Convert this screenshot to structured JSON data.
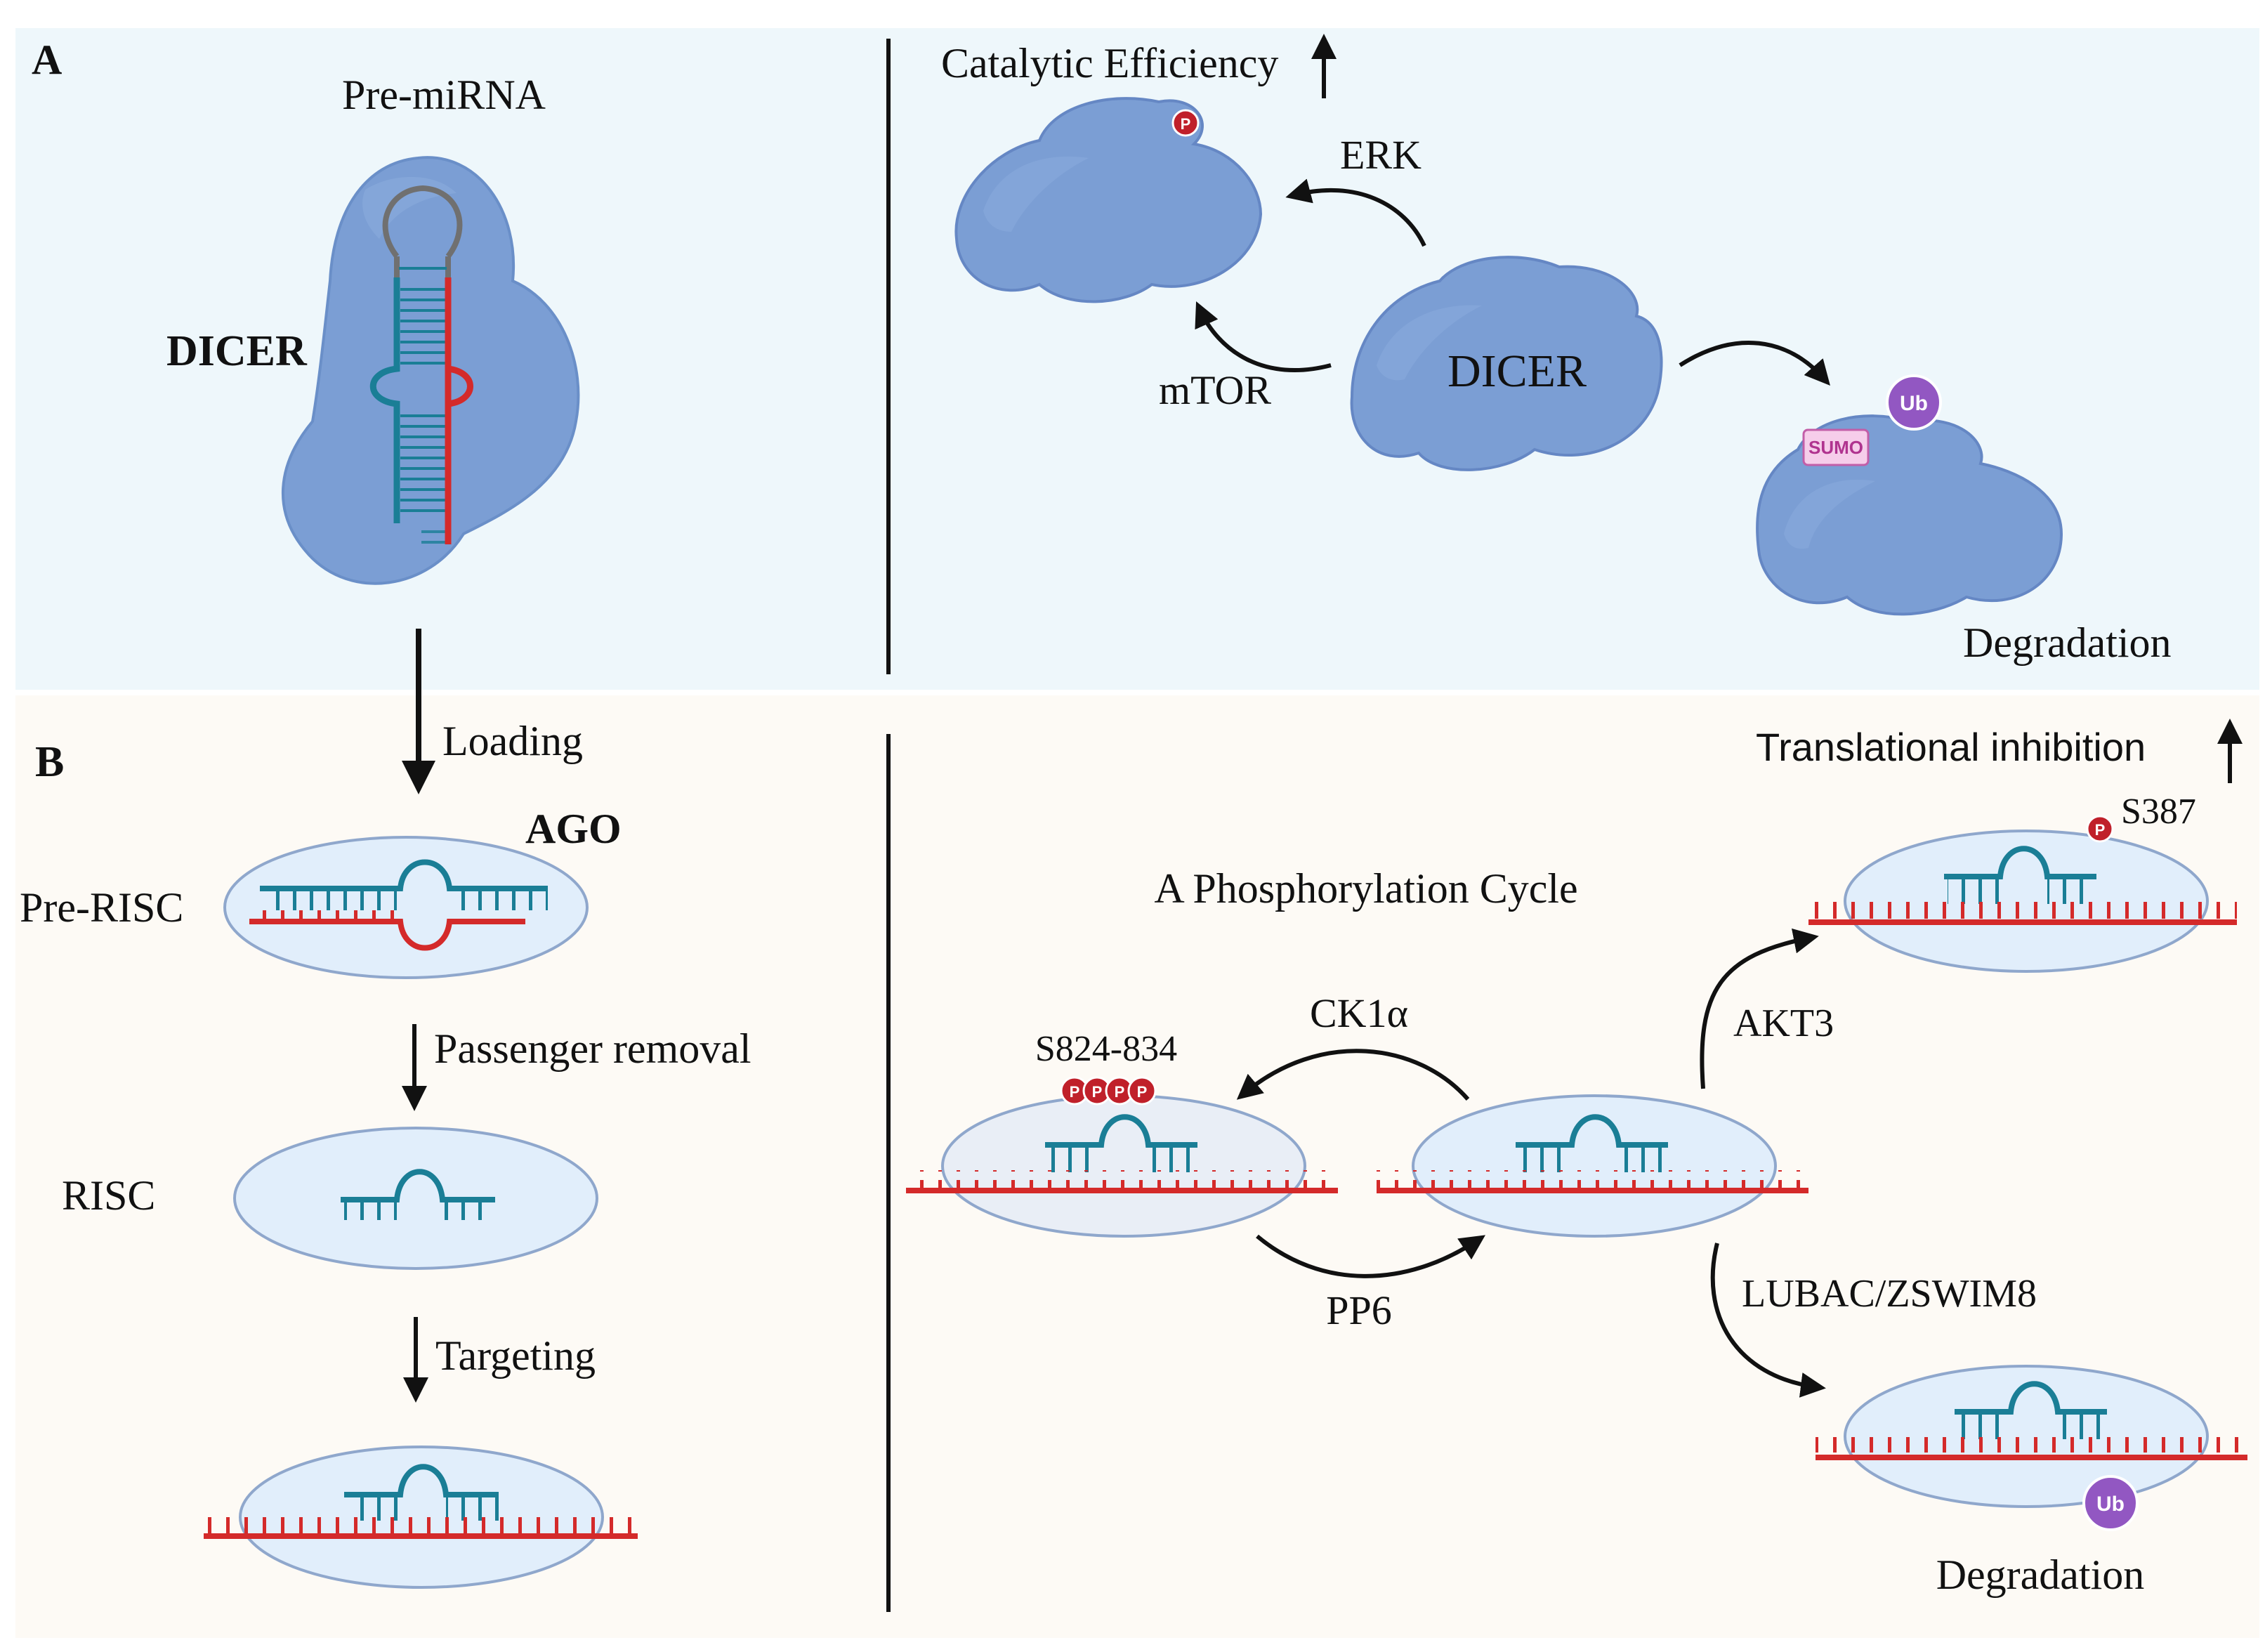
{
  "panel_a": {
    "label": "A",
    "pre_mirna": "Pre-miRNA",
    "dicer_left": "DICER",
    "catalytic_efficiency": "Catalytic Efficiency",
    "erk": "ERK",
    "mtor": "mTOR",
    "dicer_center": "DICER",
    "degradation": "Degradation",
    "ub": "Ub",
    "sumo": "SUMO",
    "p": "P"
  },
  "panel_b": {
    "label": "B",
    "loading": "Loading",
    "ago": "AGO",
    "pre_risc": "Pre-RISC",
    "passenger_removal": "Passenger removal",
    "risc": "RISC",
    "targeting": "Targeting",
    "translational_inhibition": "Translational inhibition",
    "s387": "S387",
    "phosphorylation_cycle": "A Phosphorylation Cycle",
    "ck1a": "CK1α",
    "akt3": "AKT3",
    "s824_834": "S824-834",
    "pp6": "PP6",
    "lubac_zswim8": "LUBAC/ZSWIM8",
    "degradation": "Degradation",
    "ub": "Ub",
    "p": "P"
  },
  "colors": {
    "panel_a_bg": "#eef7fb",
    "panel_b_bg": "#fdfaf5",
    "dicer_fill": "#7b9ed4",
    "dicer_shadow": "#6587c4",
    "ago_fill": "#e1eefb",
    "ago_stroke": "#8fa7cc",
    "mirna_blue": "#1a7e96",
    "mrna_red": "#d42a2a",
    "phospho_red": "#c0202a",
    "ub_purple": "#9257c2",
    "sumo_pink": "#f6cdea"
  }
}
